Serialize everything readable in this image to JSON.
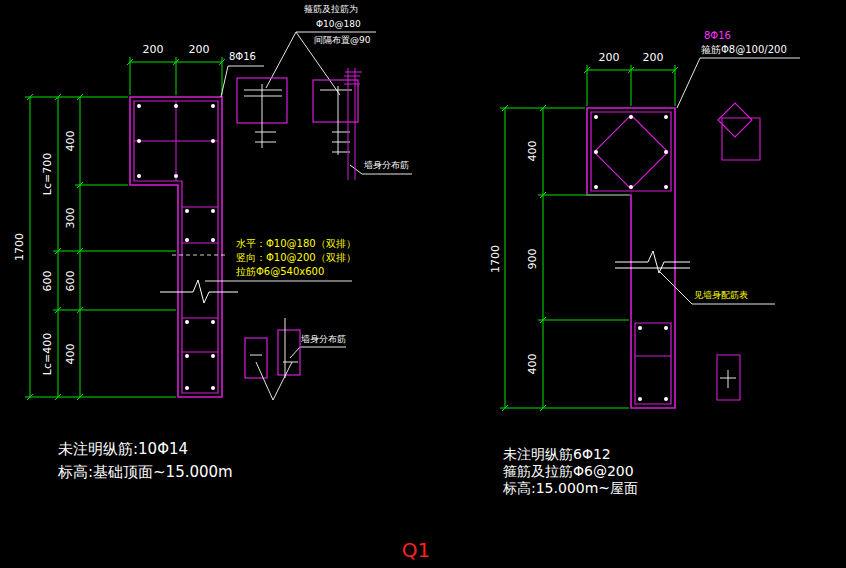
{
  "diagram": {
    "labels": [
      "200",
      "200",
      "8Φ16",
      "箍筋及拉筋为",
      "Φ10@180",
      "间隔布置@90",
      "墙身分布筋",
      "400",
      "300",
      "600",
      "400",
      "Lc=700",
      "600",
      "Lc=400",
      "1700",
      "水平：Φ10@180（双排）",
      "竖向：Φ10@200（双排）",
      "拉筋Φ6@540x600",
      "墙身分布筋",
      "未注明纵筋:10Φ14",
      "标高:基础顶面~15.000m",
      "200",
      "200",
      "8Φ16",
      "箍筋Φ8@100/200",
      "400",
      "900",
      "400",
      "1700",
      "见墙身配筋表",
      "未注明纵筋6Φ12",
      "箍筋及拉筋Φ6@200",
      "标高:15.000m~屋面",
      "Q1"
    ]
  }
}
